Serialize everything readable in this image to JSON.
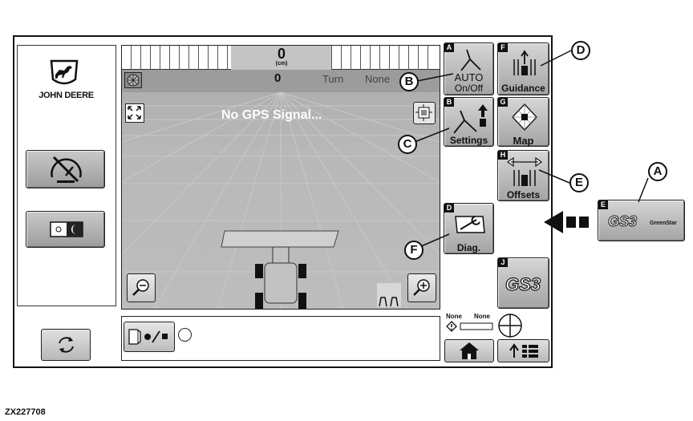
{
  "brand": {
    "name": "JOHN DEERE"
  },
  "lightbar": {
    "value": "0",
    "unit": "(cm)"
  },
  "status": {
    "offset_value": "0",
    "turn_label": "Turn",
    "turn_value": "None"
  },
  "view": {
    "message": "No GPS Signal..."
  },
  "buttons": {
    "autosteer": {
      "letter": "A",
      "line1": "AUTO",
      "line2": "On/Off"
    },
    "guidance": {
      "letter": "F",
      "label": "Guidance"
    },
    "settings": {
      "letter": "B",
      "label": "Settings"
    },
    "map": {
      "letter": "G",
      "label": "Map"
    },
    "offsets": {
      "letter": "H",
      "label": "Offsets"
    },
    "diag": {
      "letter": "D",
      "label": "Diag."
    },
    "gs3": {
      "letter": "J",
      "label": "GS3"
    },
    "gs3_external": {
      "letter": "E",
      "label": "GS3",
      "sub": "GreenStar"
    }
  },
  "indicators": {
    "left_label": "None",
    "right_label": "None"
  },
  "callouts": {
    "a": "A",
    "b": "B",
    "c": "C",
    "d": "D",
    "e": "E",
    "f": "F"
  },
  "figure_id": "ZX227708"
}
